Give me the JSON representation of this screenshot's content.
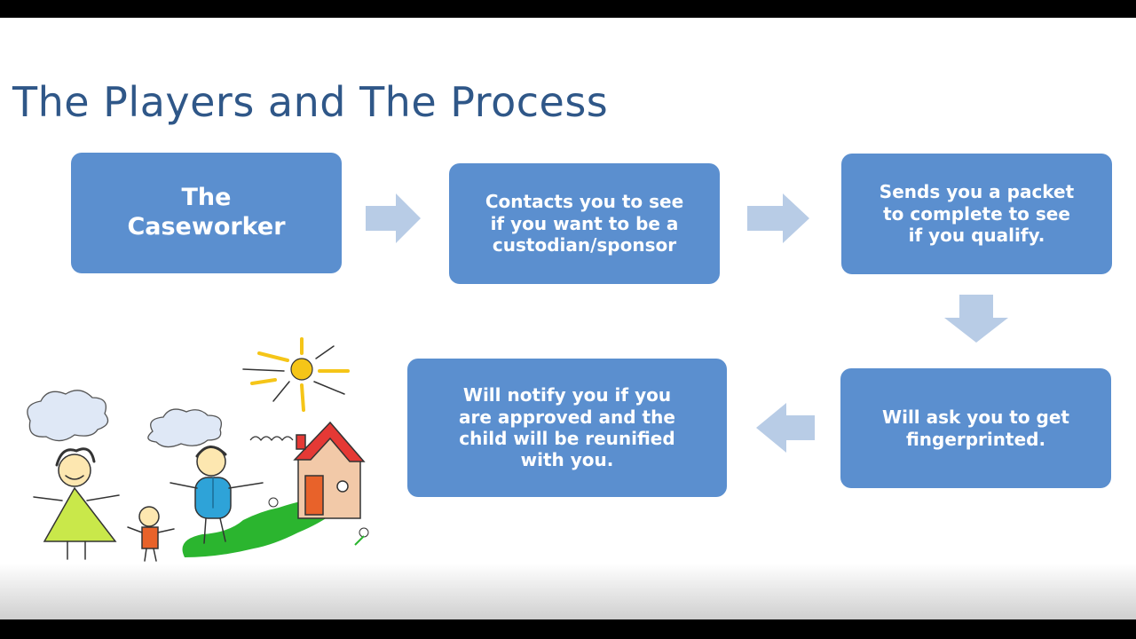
{
  "slide": {
    "title": "The Players and The Process"
  },
  "process": {
    "steps": [
      {
        "id": "caseworker",
        "text": "The\nCaseworker"
      },
      {
        "id": "contacts",
        "text": "Contacts you to see\nif you want to be a\ncustodian/sponsor"
      },
      {
        "id": "packet",
        "text": "Sends you a packet\nto complete to see\nif you qualify."
      },
      {
        "id": "fingerprint",
        "text": "Will ask you to get\nfingerprinted."
      },
      {
        "id": "notify",
        "text": "Will notify you if you\nare approved and the\nchild will be reunified\nwith you."
      }
    ]
  },
  "colors": {
    "title": "#2f5788",
    "box_fill": "#5b8fcf",
    "box_text": "#ffffff",
    "arrow_fill": "#b8cce6"
  },
  "icons": {
    "arrows": [
      "arrow-right-icon",
      "arrow-right-icon",
      "arrow-down-icon",
      "arrow-left-icon"
    ],
    "illustration": "family-house-sun-clipart"
  }
}
